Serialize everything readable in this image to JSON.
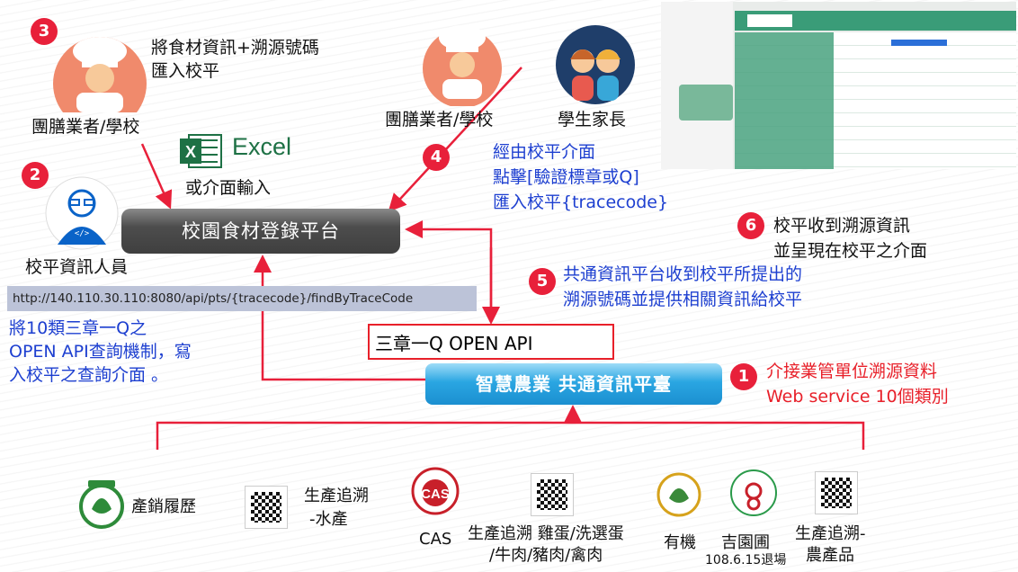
{
  "steps": {
    "s1": {
      "num": "1",
      "line1": "介接業管單位溯源資料",
      "line2": "Web service 10個類別"
    },
    "s2": {
      "num": "2",
      "label": "校平資訊人員"
    },
    "s3": {
      "num": "3",
      "line1": "將食材資訊+溯源號碼",
      "line2": "匯入校平",
      "actor": "團膳業者/學校"
    },
    "s4": {
      "num": "4",
      "line1": "經由校平介面",
      "line2": "點擊[驗證標章或Q]",
      "line3": "匯入校平{tracecode}",
      "actor1": "團膳業者/學校",
      "actor2": "學生家長"
    },
    "s5": {
      "num": "5",
      "line1": "共通資訊平台收到校平所提出的",
      "line2": "溯源號碼並提供相關資訊給校平"
    },
    "s6": {
      "num": "6",
      "line1": "校平收到溯源資訊",
      "line2": "並呈現在校平之介面"
    }
  },
  "excel": {
    "brand": "Excel",
    "note": "或介面輸入"
  },
  "platforms": {
    "campus": "校園食材登錄平台",
    "smart_agri": "智慧農業 共通資訊平臺",
    "open_api": "三章一Q OPEN API"
  },
  "url": "http://140.110.30.110:8080/api/pts/{tracecode}/findByTraceCode",
  "note_api": {
    "line1": "將10類三章一Q之",
    "line2": "OPEN API查詢機制，寫",
    "line3": "入校平之查詢介面 。"
  },
  "products": {
    "tap": "產銷履歷",
    "aqua1": "生產追溯",
    "aqua2": "-水產",
    "cas": "CAS",
    "meat1": "生產追溯 雞蛋/洗選蛋",
    "meat2": "/牛肉/豬肉/禽肉",
    "organic": "有機",
    "jiyuan1": "吉園圃",
    "jiyuan2": "108.6.15退場",
    "agri1": "生產追溯-",
    "agri2": "農產品"
  },
  "colors": {
    "accent_red": "#e8202a",
    "blue_text": "#1d3fd0",
    "platform_blue": "#2aa6e2"
  }
}
